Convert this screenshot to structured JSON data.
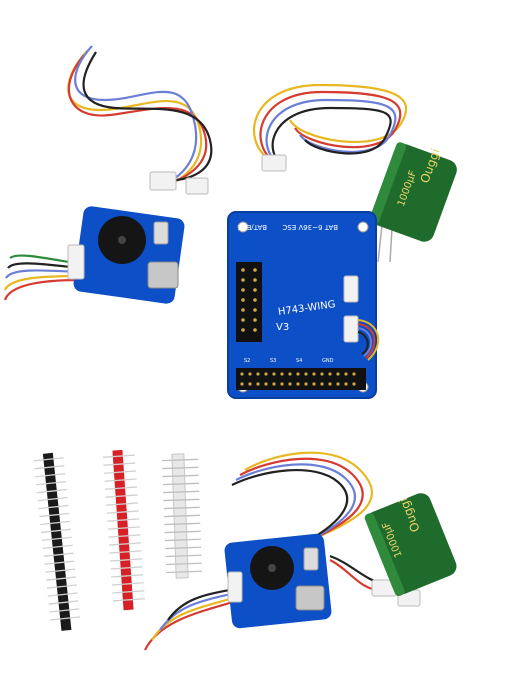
{
  "board": {
    "model_text": "H743-WING",
    "version_text": "V3",
    "bat_esc_label": "BAT/ESC",
    "voltage_label": "BAT 6~36V ESC",
    "pin_label_1": "S2",
    "pin_label_2": "S3",
    "pin_label_3": "S4",
    "pin_label_4": "GND"
  },
  "capacitor": {
    "brand_text": "Ouggi",
    "value_text": "1000µF"
  },
  "colors": {
    "pcb_blue": "#0d4fc6",
    "pcb_blue_dark": "#0a3e9e",
    "capacitor_green": "#1f6b2c",
    "header_black": "#1a1a1a",
    "header_red": "#d81f26",
    "header_white": "#e8e8e8",
    "wire_red": "#d63b2f",
    "wire_yellow": "#e8b820",
    "wire_blue": "#6c7fd6",
    "wire_black": "#222222",
    "wire_green": "#2e8b3c"
  }
}
